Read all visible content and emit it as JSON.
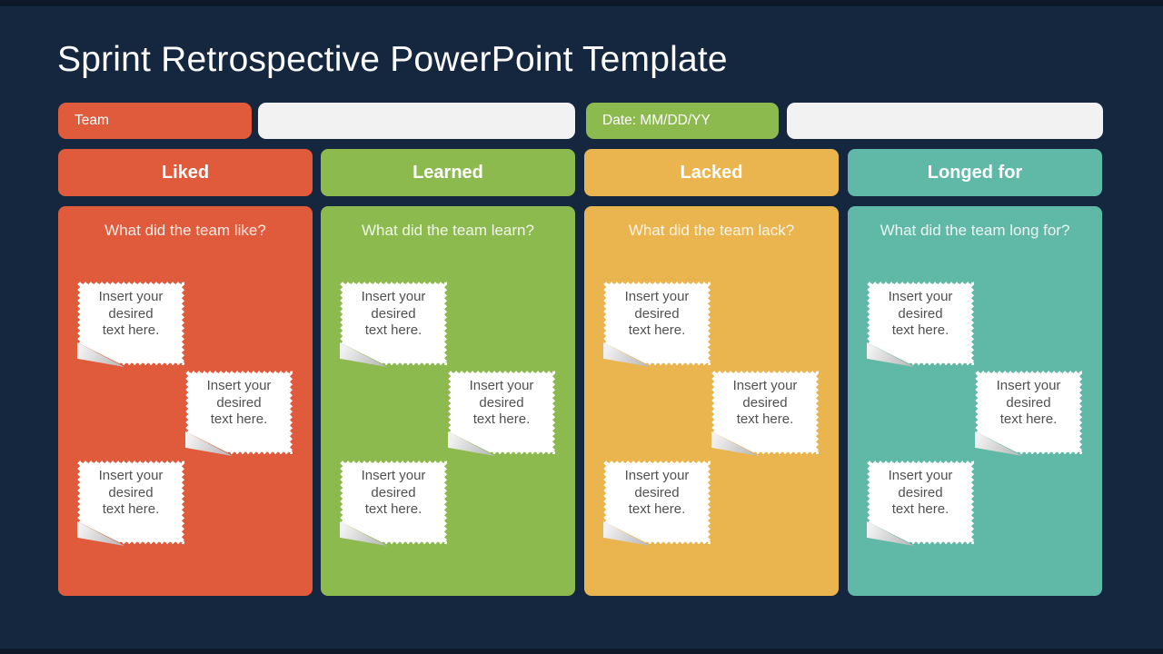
{
  "slide": {
    "title": "Sprint Retrospective PowerPoint Template"
  },
  "meta_bar": {
    "team_label": "Team",
    "team_value": "",
    "date_label": "Date: MM/DD/YY",
    "date_value": ""
  },
  "columns": [
    {
      "header": "Liked",
      "question": "What did the team like?",
      "color": "#E05B3B"
    },
    {
      "header": "Learned",
      "question": "What did the team learn?",
      "color": "#8CBA4E"
    },
    {
      "header": "Lacked",
      "question": "What did the team lack?",
      "color": "#EAB44E"
    },
    {
      "header": "Longed for",
      "question": "What did the team long for?",
      "color": "#5FB9A6"
    }
  ],
  "note": {
    "text": "Insert your\ndesired\ntext here."
  },
  "theme": {
    "background": "#14273F",
    "edge_strip": "#0D1929",
    "field_fill": "#F2F2F2",
    "title_color": "#FBFBFB",
    "note_paper": "#FFFFFF",
    "note_text_color": "#515151"
  }
}
